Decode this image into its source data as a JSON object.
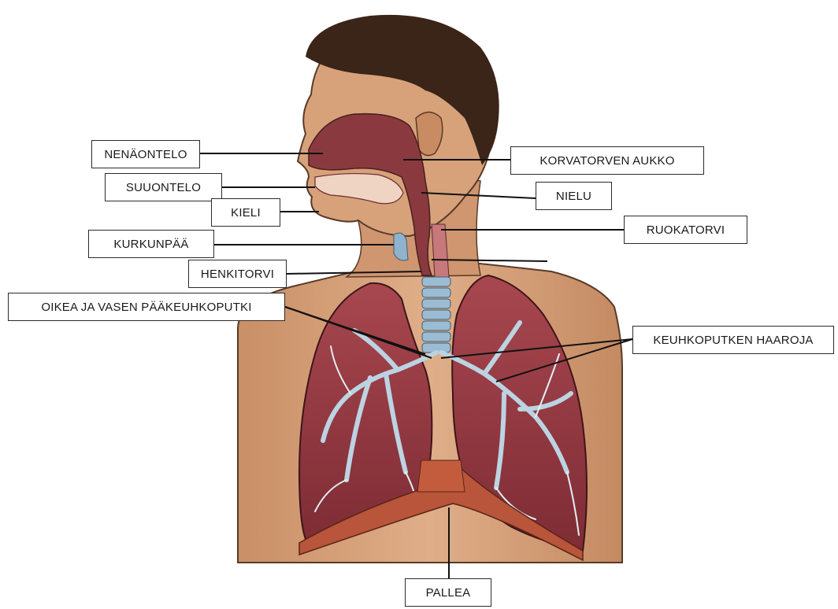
{
  "labels": {
    "nenaontelo": "NENÄONTELO",
    "suuontelo": "SUUONTELO",
    "kieli": "KIELI",
    "kurkunpaa": "KURKUNPÄÄ",
    "henkitorvi": "HENKITORVI",
    "paakeuhkoputki": "OIKEA JA VASEN PÄÄKEUHKOPUTKI",
    "korvatorven_aukko": "KORVATORVEN AUKKO",
    "nielu": "NIELU",
    "ruokatorvi": "RUOKATORVI",
    "keuhkoputken_haaroja": "KEUHKOPUTKEN HAAROJA",
    "pallea": "PALLEA"
  },
  "colors": {
    "skin": "#d9a37c",
    "skin_shadow": "#b9805a",
    "hair": "#3b2418",
    "lung": "#9c3d46",
    "lung_dark": "#6e2630",
    "airway": "#8fb3cc",
    "airway_light": "#c6dbe8",
    "cavity": "#8a3a3e",
    "diaphragm": "#b8553a",
    "leader_line": "#111111"
  }
}
